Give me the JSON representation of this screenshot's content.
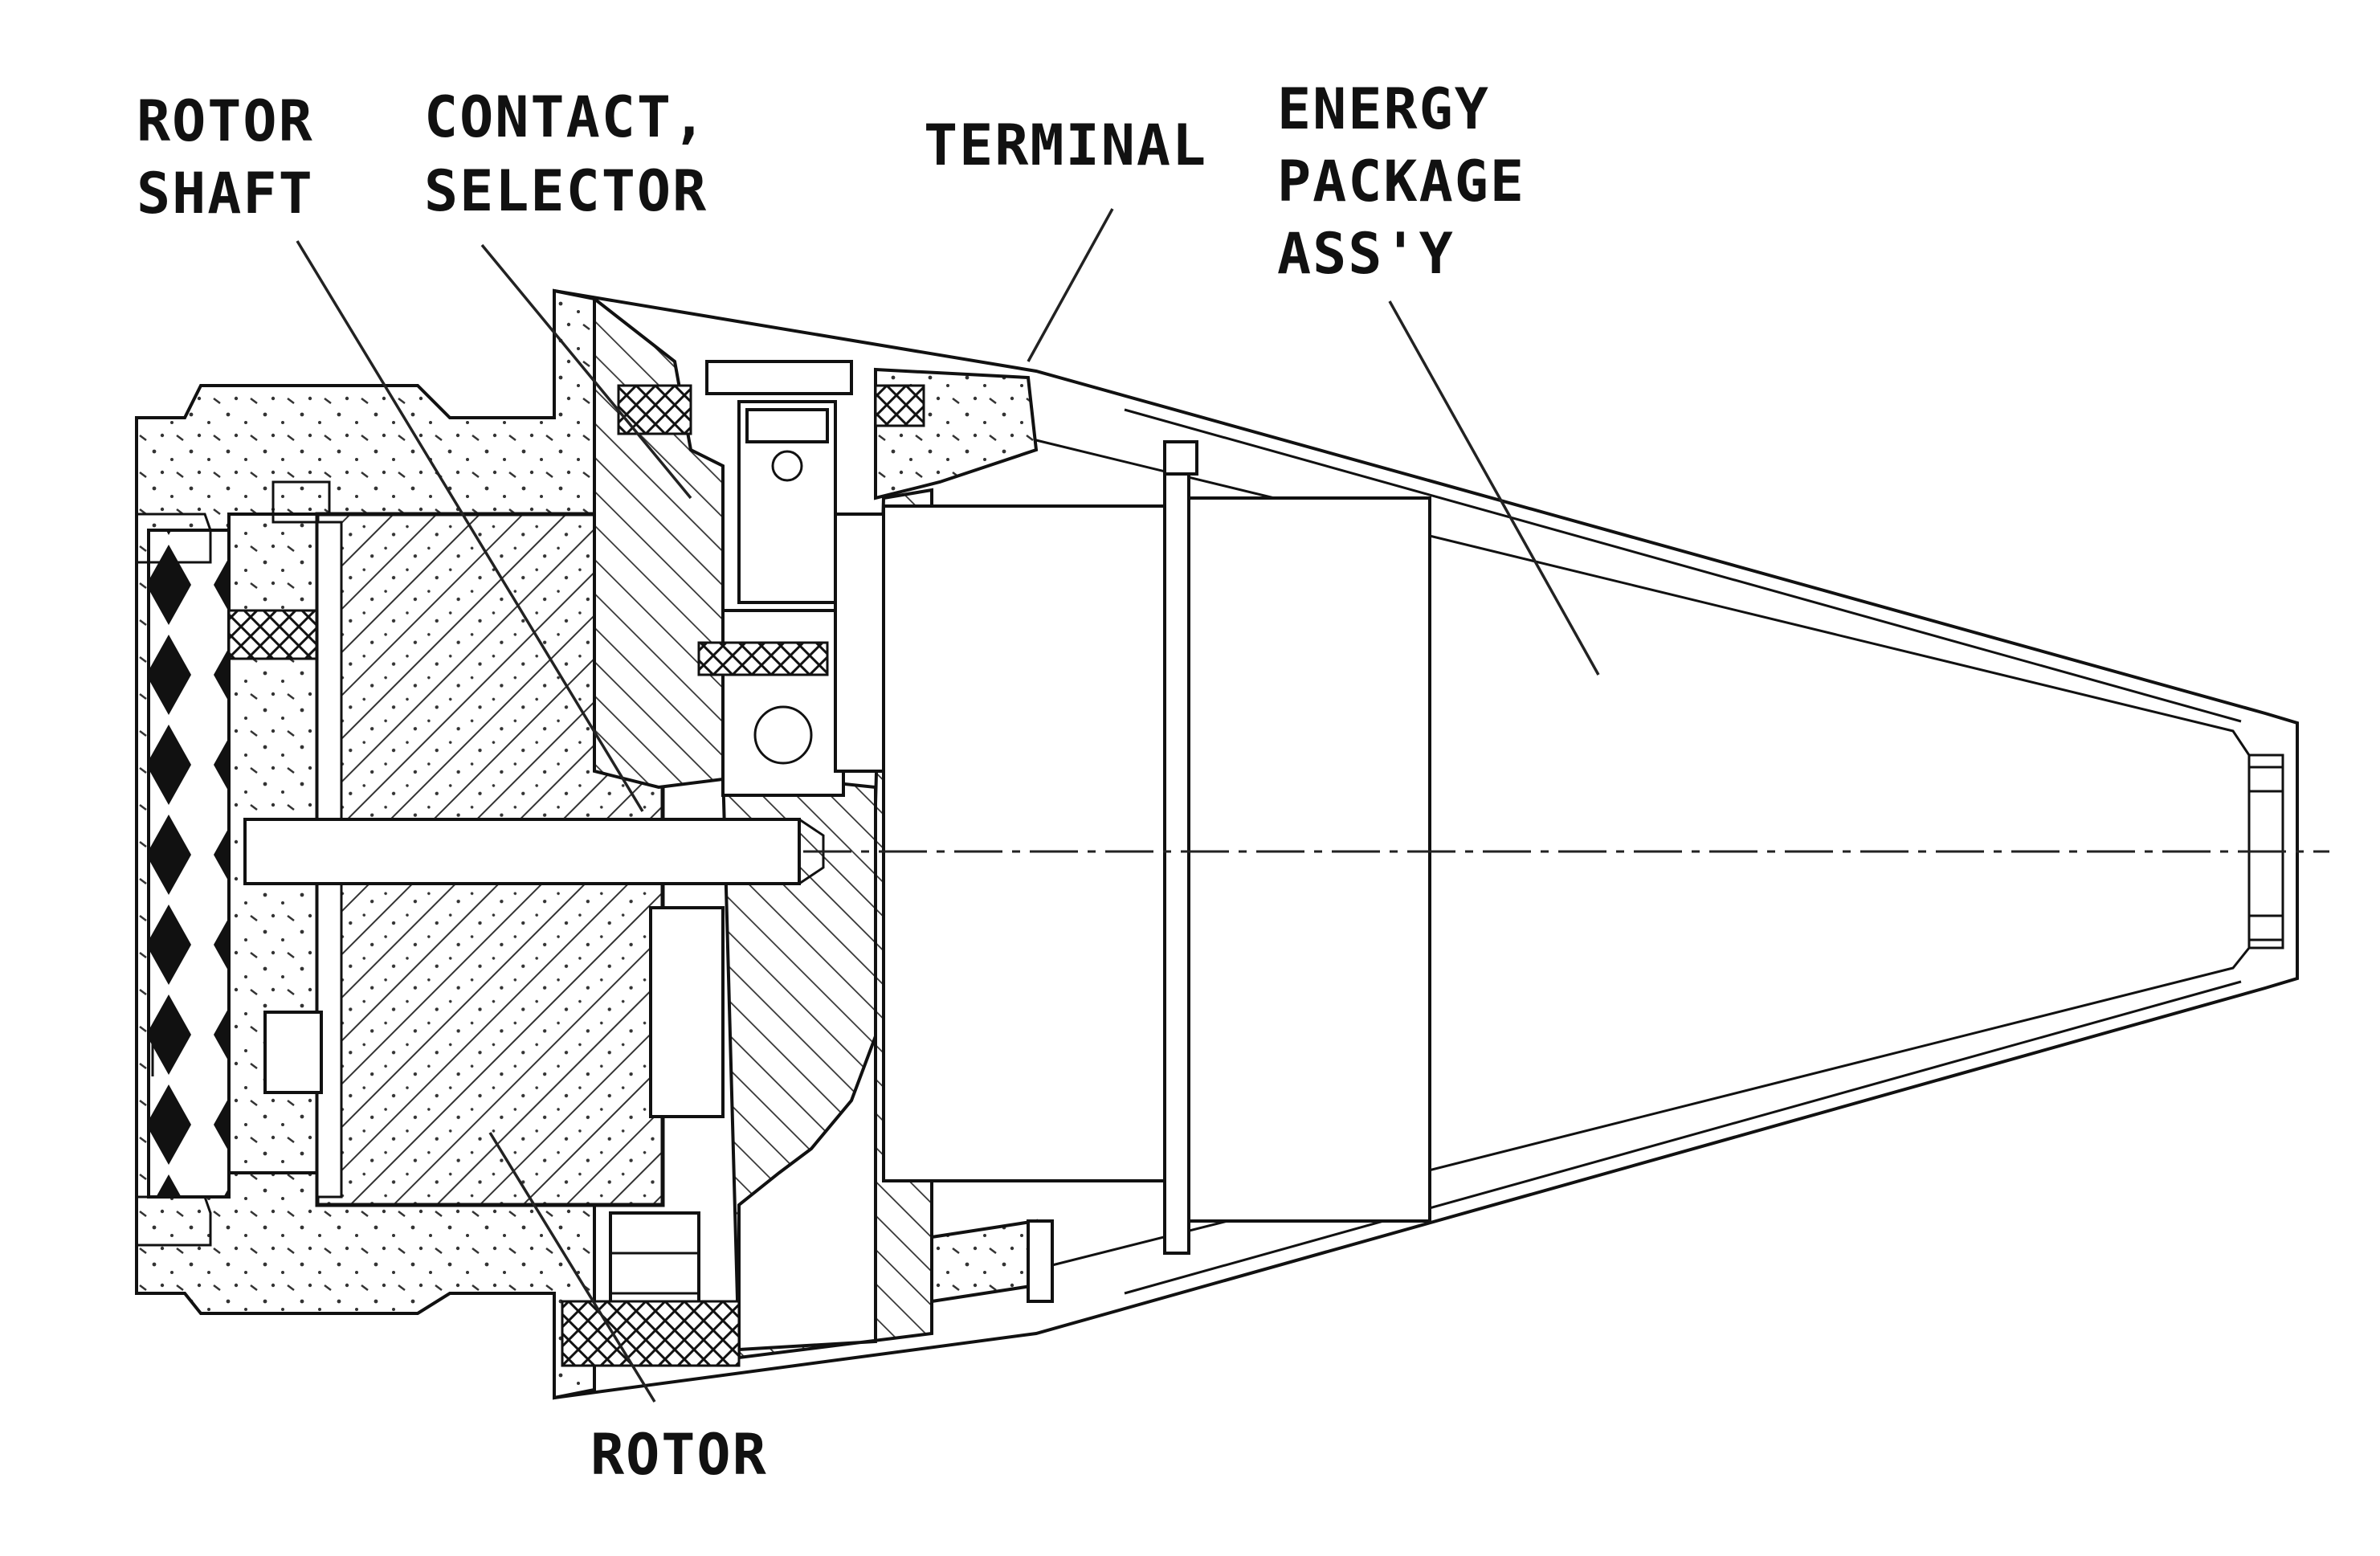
{
  "labels": {
    "rotor_shaft": [
      "ROTOR",
      "SHAFT"
    ],
    "contact_selector": [
      "CONTACT,",
      "SELECTOR"
    ],
    "terminal": "TERMINAL",
    "energy_package": [
      "ENERGY",
      "PACKAGE",
      "ASS'Y"
    ],
    "rotor": "ROTOR"
  }
}
